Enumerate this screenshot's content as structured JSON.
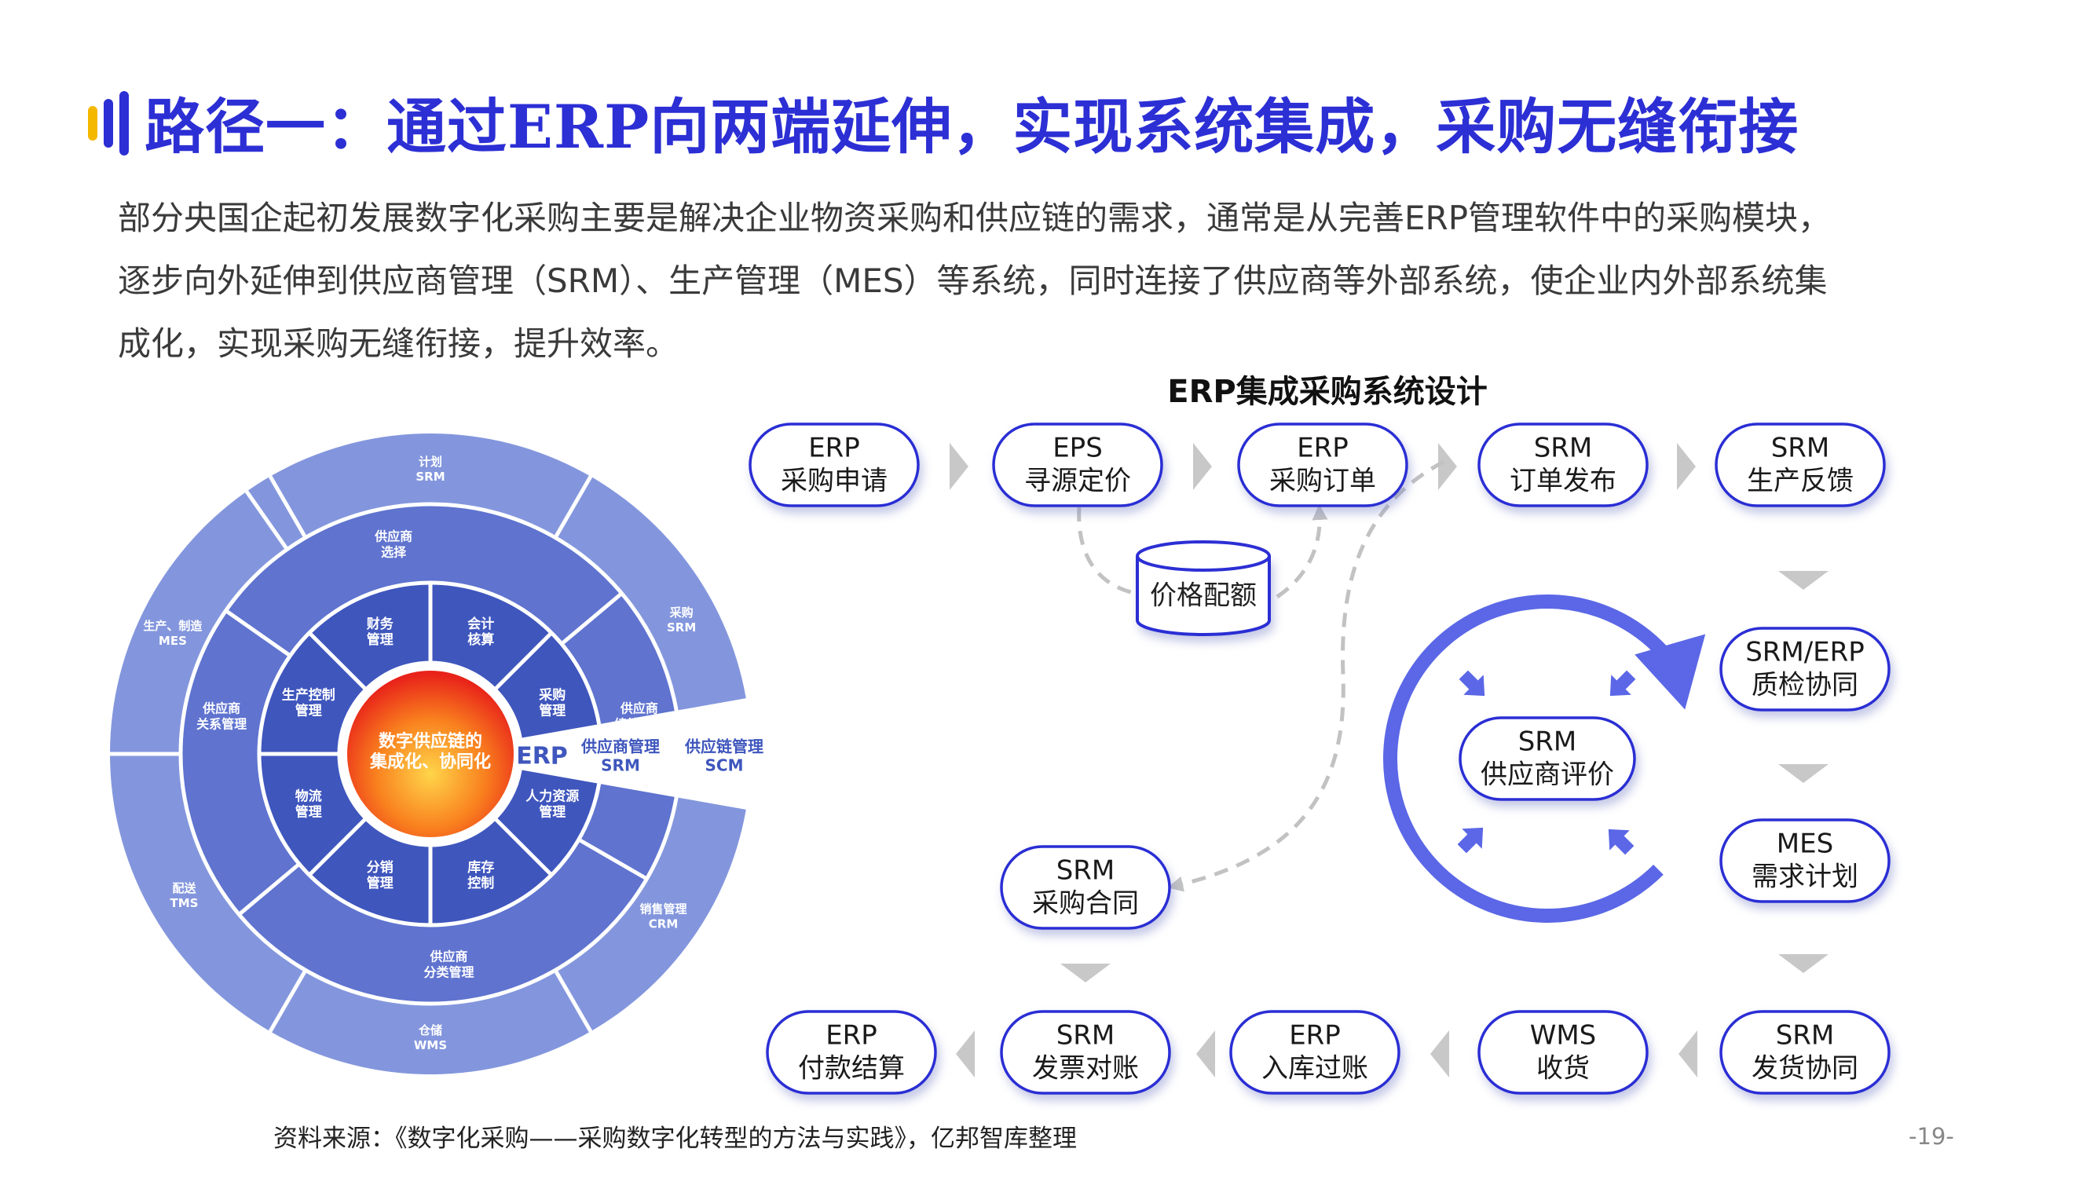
{
  "colors": {
    "title": "#2c2fd4",
    "accent_bar_yellow": "#f5b800",
    "accent_bar_blue": "#2c2fd4",
    "wheel_outer": "#8396dd",
    "wheel_middle": "#5f73cf",
    "wheel_inner": "#3f56bd",
    "center_gradient_inner": "#ffd54a",
    "center_gradient_outer": "#e8231a",
    "node_border": "#2c2fd4",
    "arrow_gray": "#c8c8c8",
    "cycle_blue": "#5b67e6"
  },
  "title": "路径一：通过ERP向两端延伸，实现系统集成，采购无缝衔接",
  "intro": [
    "部分央国企起初发展数字化采购主要是解决企业物资采购和供应链的需求，通常是从完善ERP管理软件中的采购模块，",
    "逐步向外延伸到供应商管理（SRM）、生产管理（MES）等系统，同时连接了供应商等外部系统，使企业内外部系统集",
    "成化，实现采购无缝衔接，提升效率。"
  ],
  "wheel": {
    "center": [
      "数字供应链的",
      "集成化、协同化"
    ],
    "inner": [
      [
        "财务",
        "管理"
      ],
      [
        "会计",
        "核算"
      ],
      [
        "采购",
        "管理"
      ],
      [
        "人力资源",
        "管理"
      ],
      [
        "库存",
        "控制"
      ],
      [
        "分销",
        "管理"
      ],
      [
        "物流",
        "管理"
      ],
      [
        "生产控制",
        "管理"
      ]
    ],
    "middle": [
      [
        "供应商",
        "选择"
      ],
      [
        "供应商",
        "绩效考核"
      ],
      [
        "供应商",
        "分类管理"
      ],
      [
        "供应商",
        "关系管理"
      ]
    ],
    "outer": [
      [
        "计划",
        "SRM"
      ],
      [
        "采购",
        "SRM"
      ],
      [
        "销售管理",
        "CRM"
      ],
      [
        "仓储",
        "WMS"
      ],
      [
        "配送",
        "TMS"
      ],
      [
        "生产、制造",
        "MES"
      ]
    ],
    "gap_labels": {
      "erp": "ERP",
      "srm": [
        "供应商管理",
        "SRM"
      ],
      "scm": [
        "供应链管理",
        "SCM"
      ]
    }
  },
  "flow": {
    "title": "ERP集成采购系统设计",
    "nodes": [
      {
        "id": "n1",
        "line1": "ERP",
        "line2": "采购申请"
      },
      {
        "id": "n2",
        "line1": "EPS",
        "line2": "寻源定价"
      },
      {
        "id": "n3",
        "line1": "ERP",
        "line2": "采购订单"
      },
      {
        "id": "n4",
        "line1": "SRM",
        "line2": "订单发布"
      },
      {
        "id": "n5",
        "line1": "SRM",
        "line2": "生产反馈"
      },
      {
        "id": "n6",
        "line1": "SRM/ERP",
        "line2": "质检协同"
      },
      {
        "id": "n7",
        "line1": "MES",
        "line2": "需求计划"
      },
      {
        "id": "n8",
        "line1": "SRM",
        "line2": "发货协同"
      },
      {
        "id": "n9",
        "line1": "WMS",
        "line2": "收货"
      },
      {
        "id": "n10",
        "line1": "ERP",
        "line2": "入库过账"
      },
      {
        "id": "n11",
        "line1": "SRM",
        "line2": "发票对账"
      },
      {
        "id": "n12",
        "line1": "ERP",
        "line2": "付款结算"
      },
      {
        "id": "n13",
        "line1": "SRM",
        "line2": "采购合同"
      },
      {
        "id": "n14",
        "line1": "SRM",
        "line2": "供应商评价"
      }
    ],
    "database_label": "价格配额"
  },
  "source": "资料来源：《数字化采购——采购数字化转型的方法与实践》，亿邦智库整理",
  "page_number": "-19-"
}
